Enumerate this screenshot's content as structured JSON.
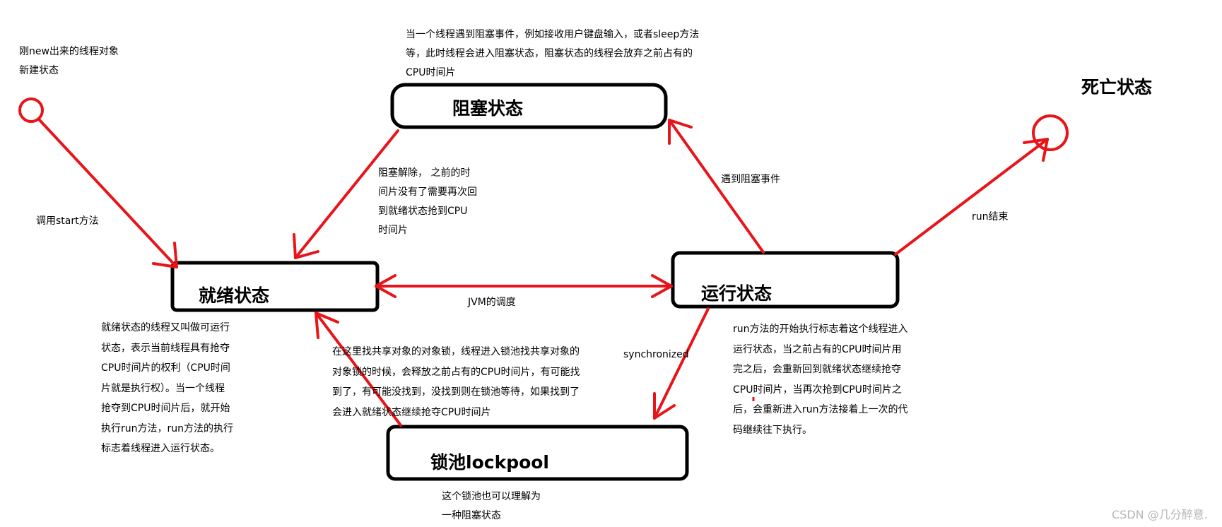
{
  "states": {
    "new_note": [
      "刚new出来的线程对象",
      "新建状态"
    ],
    "blocked": "阻塞状态",
    "dead": "死亡状态",
    "ready": "就绪状态",
    "running": "运行状态",
    "lockpool": "锁池lockpool"
  },
  "edges": {
    "start": "调用start方法",
    "unblock": [
      "阻塞解除， 之前的时",
      "间片没有了需要再次回",
      "到就绪状态抢到CPU",
      "时间片"
    ],
    "block_event": "遇到阻塞事件",
    "run_end": "run结束",
    "jvm": "JVM的调度",
    "sync": "synchronized"
  },
  "notes": {
    "blocked_desc": [
      "当一个线程遇到阻塞事件，例如接收用户键盘输入，或者sleep方法",
      "等，此时线程会进入阻塞状态，阻塞状态的线程会放弃之前占有的",
      "CPU时间片"
    ],
    "ready_desc": [
      "就绪状态的线程又叫做可运行",
      "状态，表示当前线程具有抢夺",
      "CPU时间片的权利（CPU时间",
      "片就是执行权）。当一个线程",
      "抢夺到CPU时间片后，就开始",
      "执行run方法，run方法的执行",
      "标志着线程进入运行状态。"
    ],
    "lock_desc": [
      "在这里找共享对象的对象锁，线程进入锁池找共享对象的",
      "对象锁的时候，会释放之前占有的CPU时间片，有可能找",
      "到了，有可能没找到，没找到则在锁池等待，如果找到了",
      "会进入就绪状态继续抢夺CPU时间片"
    ],
    "running_desc": [
      "run方法的开始执行标志着这个线程进入",
      "运行状态，当之前占有的CPU时间片用",
      "完之后，会重新回到就绪状态继续抢夺",
      "CPU时间片，当再次抢到CPU时间片之",
      "后，会重新进入run方法接着上一次的代",
      "码继续往下执行。"
    ],
    "lockpool_desc": [
      "这个锁池也可以理解为",
      "一种阻塞状态"
    ]
  },
  "watermark": "CSDN @几分醉意.",
  "colors": {
    "arrow": "#e8141a",
    "box": "#000000"
  }
}
